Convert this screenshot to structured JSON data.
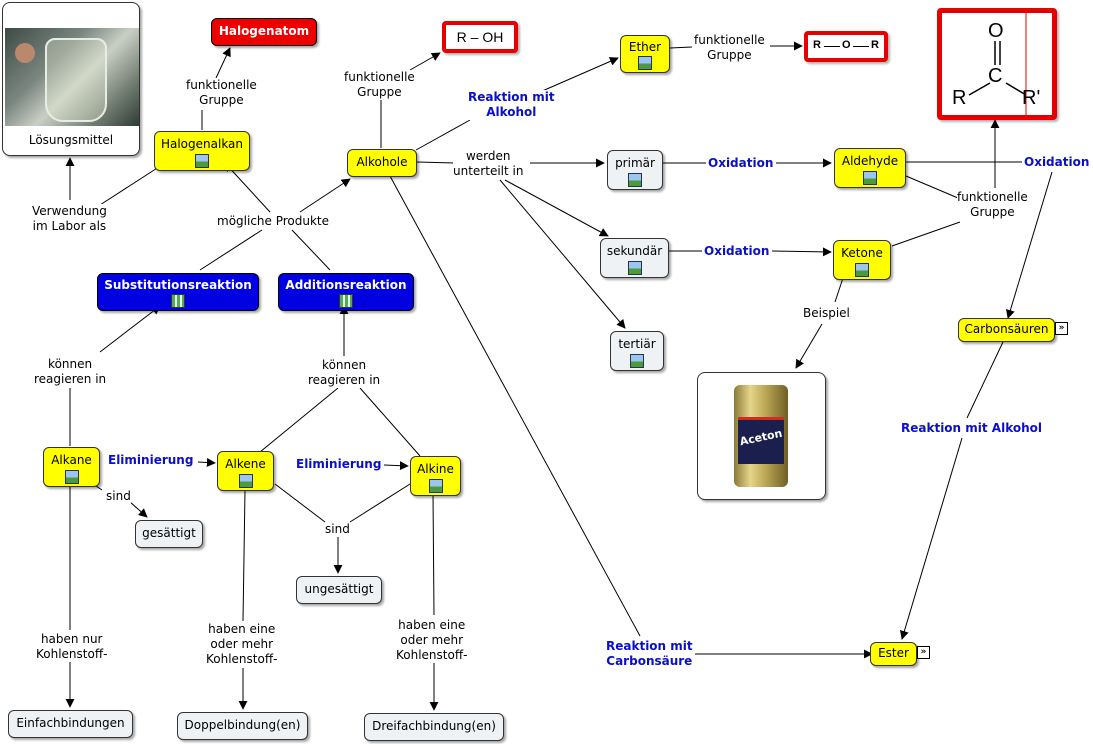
{
  "nodes": {
    "loesungsmittel": "Lösungsmittel",
    "halogenatom": "Halogenatom",
    "halogenalkan": "Halogenalkan",
    "alkohole": "Alkohole",
    "r_oh": "R – OH",
    "ether": "Ether",
    "r_o_r": {
      "r1": "R",
      "o": "O",
      "r2": "R"
    },
    "carbonyl": {
      "o": "O",
      "c": "C",
      "r": "R",
      "r_prime": "R'"
    },
    "primaer": "primär",
    "sekundaer": "sekundär",
    "tertiaer": "tertiär",
    "aldehyde": "Aldehyde",
    "ketone": "Ketone",
    "carbonsaeuren": "Carbonsäuren",
    "substitutionsreaktion": "Substitutionsreaktion",
    "additionsreaktion": "Additionsreaktion",
    "alkane": "Alkane",
    "alkene": "Alkene",
    "alkine": "Alkine",
    "gesaettigt": "gesättigt",
    "ungesaettigt": "ungesättigt",
    "einfachbindungen": "Einfachbindungen",
    "doppelbindungen": "Doppelbindung(en)",
    "dreifachbindungen": "Dreifachbindung(en)",
    "ester": "Ester",
    "aceton_label": "Aceton"
  },
  "labels": {
    "fg_halogen": [
      "funktionelle",
      "Gruppe"
    ],
    "fg_alkohol": [
      "funktionelle",
      "Gruppe"
    ],
    "fg_ether": [
      "funktionelle",
      "Gruppe"
    ],
    "fg_carbonyl": [
      "funktionelle",
      "Gruppe"
    ],
    "reaktion_alkohol_ether": [
      "Reaktion mit",
      "Alkohol"
    ],
    "werden_unterteilt": [
      "werden",
      "unterteilt in"
    ],
    "oxidation_1": "Oxidation",
    "oxidation_2": "Oxidation",
    "oxidation_3": "Oxidation",
    "beispiel": "Beispiel",
    "verwendung": [
      "Verwendung",
      "im Labor als"
    ],
    "moegliche_produkte": "mögliche Produkte",
    "koennen_reagieren_1": [
      "können",
      "reagieren in"
    ],
    "koennen_reagieren_2": [
      "können",
      "reagieren in"
    ],
    "eliminierung_1": "Eliminierung",
    "eliminierung_2": "Eliminierung",
    "sind_1": "sind",
    "sind_2": "sind",
    "haben_nur": [
      "haben nur",
      "Kohlenstoff-"
    ],
    "haben_eine_1": [
      "haben eine",
      "oder mehr",
      "Kohlenstoff-"
    ],
    "haben_eine_2": [
      "haben eine",
      "oder mehr",
      "Kohlenstoff-"
    ],
    "reaktion_alkohol_ester": "Reaktion mit Alkohol",
    "reaktion_carbonsaeure": [
      "Reaktion mit",
      "Carbonsäure"
    ]
  },
  "colors": {
    "concept_yellow": "#ffff00",
    "concept_gray": "#eef2f4",
    "reaction_blue": "#0000e0",
    "formula_red": "#ee0000",
    "link_label_blue": "#0a10c8"
  }
}
